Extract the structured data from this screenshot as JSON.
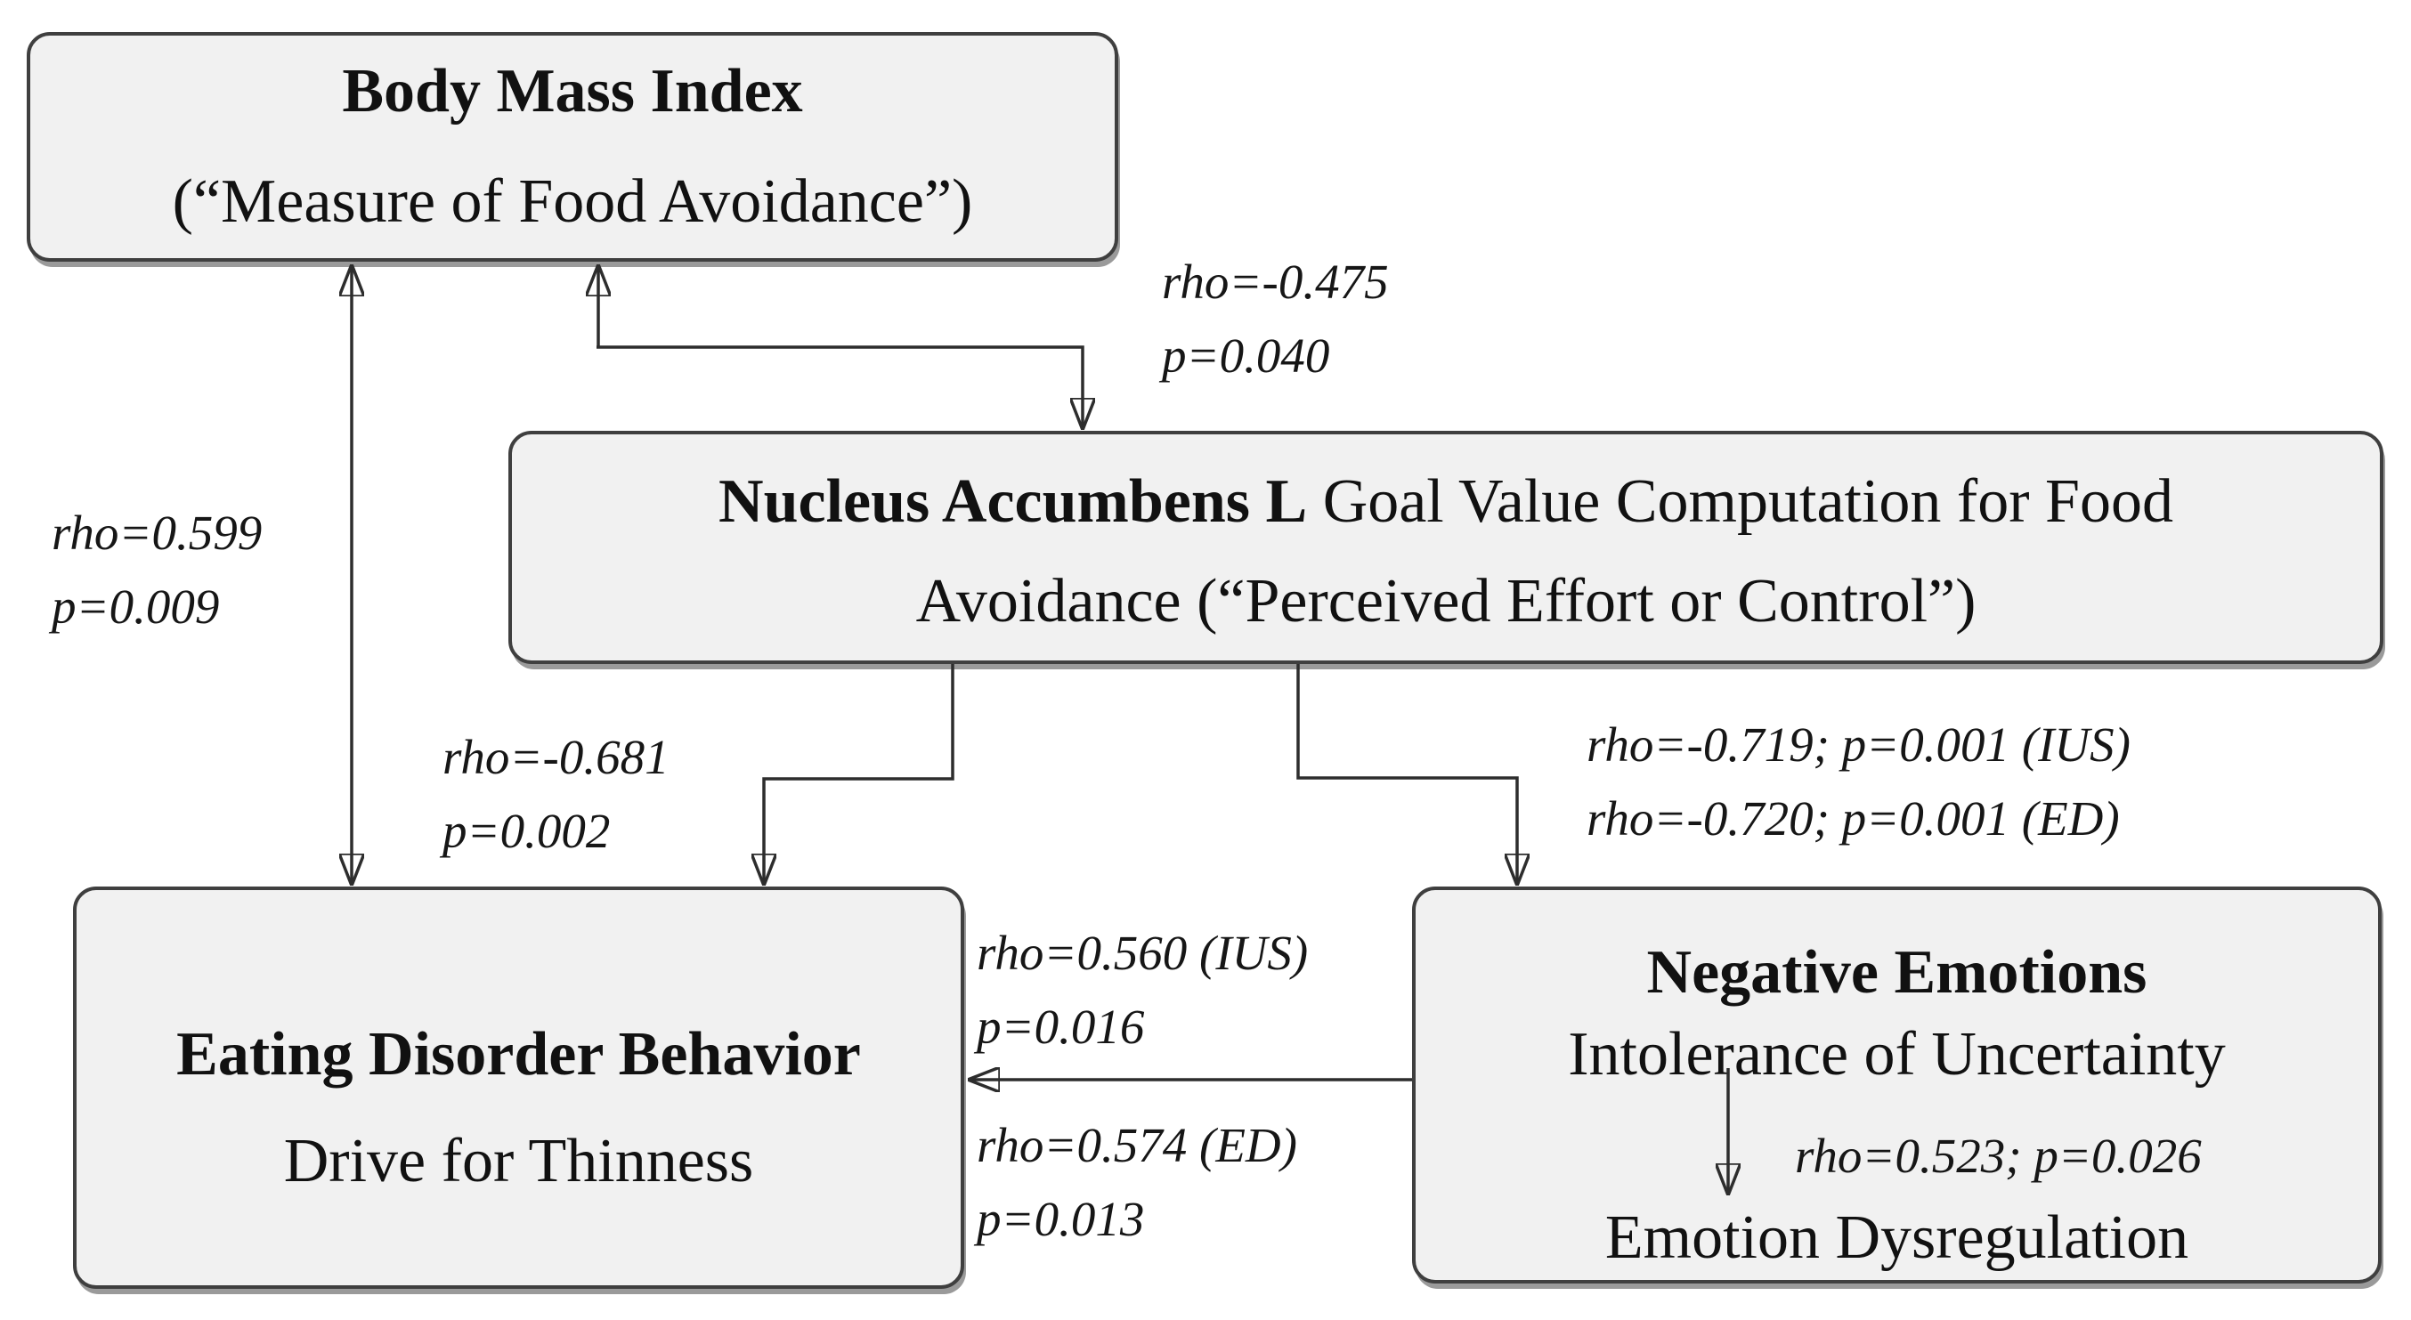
{
  "diagram": {
    "nodes": {
      "bmi": {
        "title": "Body Mass Index",
        "subtitle": "(“Measure of Food Avoidance”)"
      },
      "nacc": {
        "bold": "Nucleus Accumbens L",
        "line1_rest": " Goal Value Computation for Food",
        "line2": "Avoidance (“Perceived Effort or Control”)"
      },
      "ed": {
        "title": "Eating Disorder Behavior",
        "subtitle": "Drive for Thinness"
      },
      "ne": {
        "title": "Negative Emotions",
        "item1": "Intolerance of Uncertainty",
        "item2": "Emotion Dysregulation"
      }
    },
    "edges": {
      "bmi_nacc": {
        "label": "rho=-0.475\np=0.040"
      },
      "bmi_ed": {
        "label": "rho=0.599\np=0.009"
      },
      "nacc_ed": {
        "label": "rho=-0.681\np=0.002"
      },
      "nacc_ne": {
        "label": "rho=-0.719; p=0.001 (IUS)\nrho=-0.720; p=0.001 (ED)"
      },
      "ne_ed_ius": {
        "label": "rho=0.560 (IUS)\np=0.016"
      },
      "ne_ed_ed": {
        "label": "rho=0.574 (ED)\np=0.013"
      },
      "iu_edys": {
        "label": "rho=0.523; p=0.026"
      }
    },
    "colors": {
      "background": "#ffffff",
      "box_fill": "#f1f1f1",
      "box_border": "#3f3f3f",
      "line": "#2d2d2d"
    }
  }
}
